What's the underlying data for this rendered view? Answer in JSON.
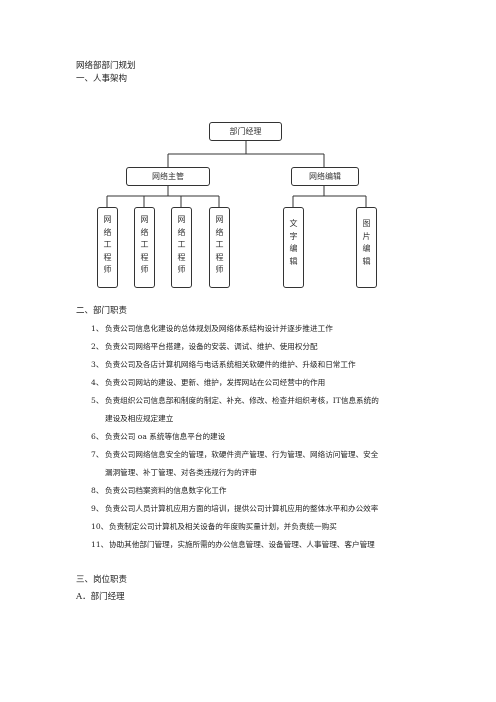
{
  "doc": {
    "title": "网络部部门规划",
    "section1": "一、人事架构",
    "section2": "二、部门职责",
    "section3": "三、岗位职责",
    "subA": "A．部门经理"
  },
  "org": {
    "manager": "部门经理",
    "supervisor": "网络主管",
    "editor": "网络编辑",
    "engineers": [
      [
        "网",
        "络",
        "工",
        "程",
        "师"
      ],
      [
        "网",
        "络",
        "工",
        "程",
        "师"
      ],
      [
        "网",
        "络",
        "工",
        "程",
        "师"
      ],
      [
        "网",
        "络",
        "工",
        "程",
        "师"
      ]
    ],
    "text_editor": [
      "文",
      "字",
      "编",
      "辑"
    ],
    "image_editor": [
      "图",
      "片",
      "编",
      "辑"
    ]
  },
  "duties": [
    {
      "no": "1、",
      "text": "负责公司信息化建设的总体规划及网络体系结构设计并逐步推进工作"
    },
    {
      "no": "2、",
      "text": "负责公司网络平台搭建，设备的安装、调试、维护、使用权分配"
    },
    {
      "no": "3、",
      "text": "负责公司及各店计算机网络与电话系统相关软硬件的维护、升级和日常工作"
    },
    {
      "no": "4、",
      "text": "负责公司网站的建设、更新、维护，发挥网站在公司经营中的作用"
    },
    {
      "no": "5、",
      "text": "负责组织公司信息部和制度的制定、补充、修改、检查并组织考核，IT信息系统的",
      "cont": "建设及相应规定建立"
    },
    {
      "no": "6、",
      "text": "负责公司 oa 系统等信息平台的建设"
    },
    {
      "no": "7、",
      "text": "负责公司网络信息安全的管理，软硬件资产管理、行为管理、网络访问管理、安全",
      "cont": "漏洞管理、补丁管理、对各类违规行为的评审"
    },
    {
      "no": "8、",
      "text": "负责公司档案资料的信息数字化工作"
    },
    {
      "no": "9、",
      "text": "负责公司人员计算机应用方面的培训，提供公司计算机应用的整体水平和办公效率"
    },
    {
      "no": "10、",
      "text": "负责制定公司计算机及相关设备的年度购买量计划，并负责统一购买"
    },
    {
      "no": "11、",
      "text": "协助其他部门管理，实施所需的办公信息管理、设备管理、人事管理、客户管理"
    }
  ]
}
